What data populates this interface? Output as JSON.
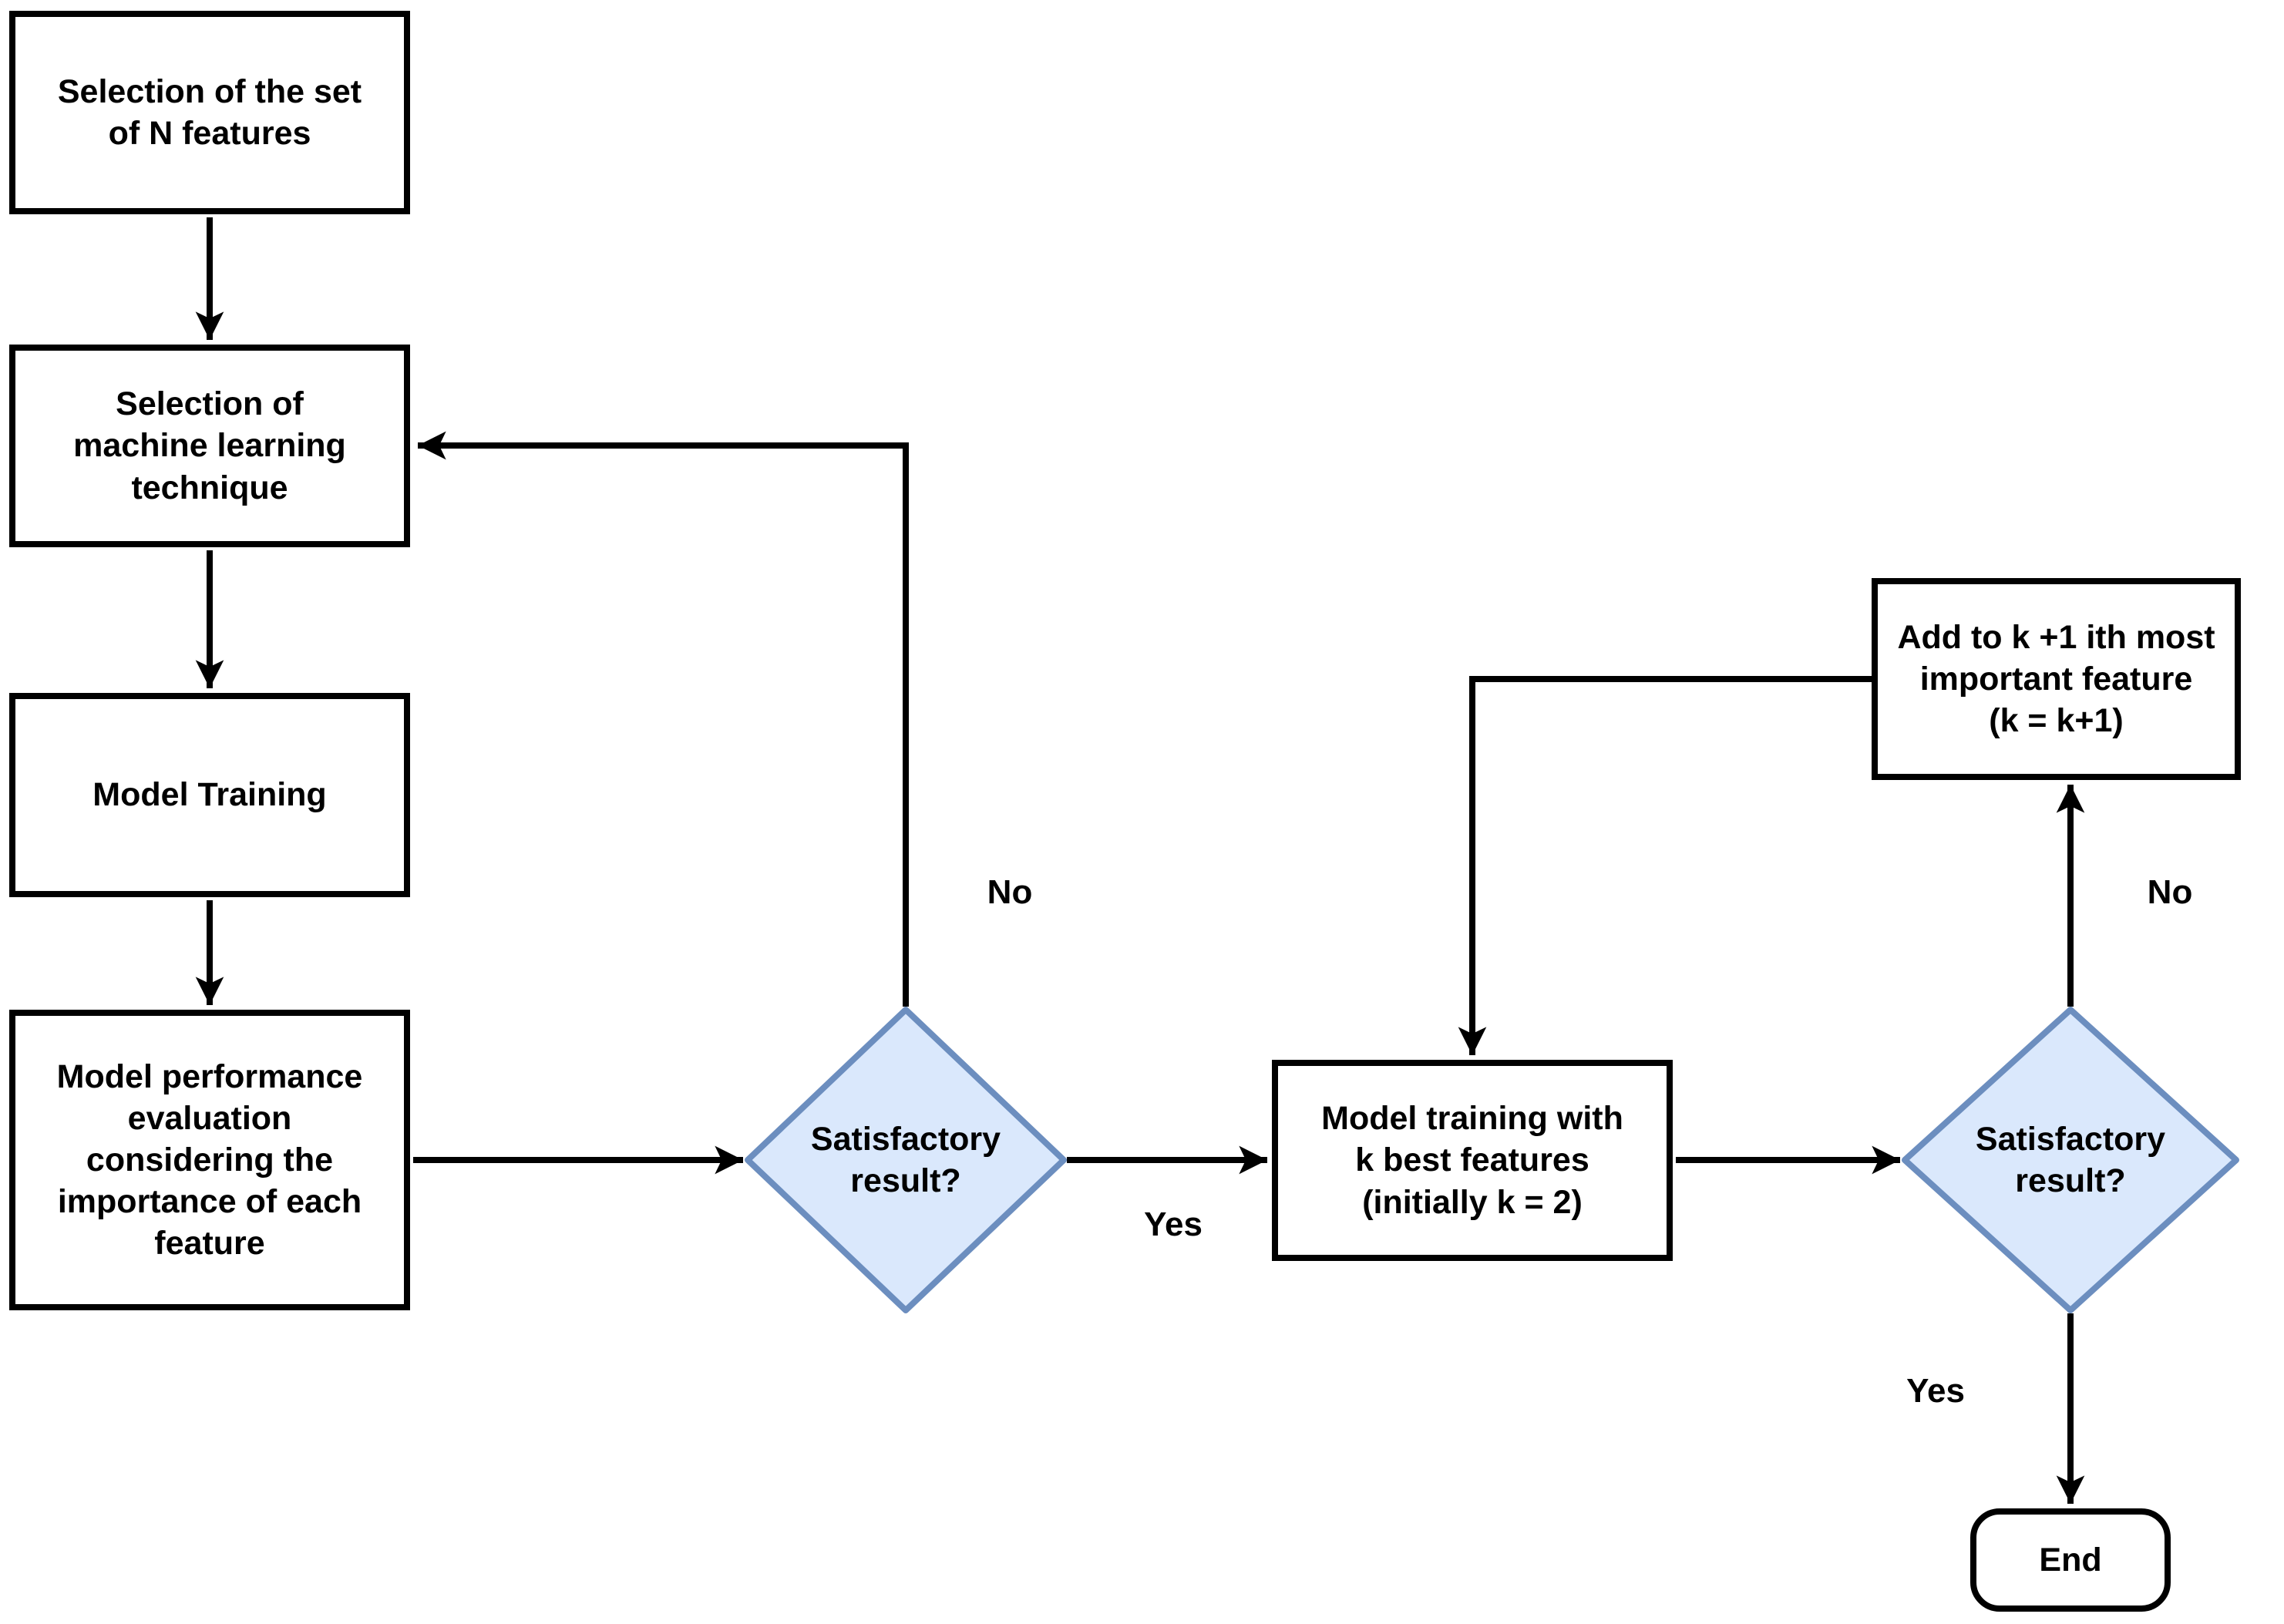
{
  "diagram": {
    "type": "flowchart",
    "background": "#ffffff",
    "colors": {
      "process_fill": "#ffffff",
      "process_stroke": "#000000",
      "decision_fill": "#dae8fc",
      "decision_stroke": "#6c8ebf",
      "line": "#000000",
      "text": "#000000"
    },
    "nodes": {
      "select_n_features": {
        "type": "process",
        "label": "Selection of the set\nof N features"
      },
      "select_ml_technique": {
        "type": "process",
        "label": "Selection of\nmachine learning\ntechnique"
      },
      "model_training": {
        "type": "process",
        "label": "Model Training"
      },
      "model_perf_eval": {
        "type": "process",
        "label": "Model performance\nevaluation\nconsidering the\nimportance of each\nfeature"
      },
      "satisfactory_1": {
        "type": "decision",
        "label": "Satisfactory\nresult?"
      },
      "model_training_k_best": {
        "type": "process",
        "label": "Model training with\nk best features\n(initially k = 2)"
      },
      "satisfactory_2": {
        "type": "decision",
        "label": "Satisfactory\nresult?"
      },
      "add_k_plus_1": {
        "type": "process",
        "label": "Add to k +1 ith most\nimportant feature\n(k = k+1)"
      },
      "end": {
        "type": "terminator",
        "label": "End"
      }
    },
    "edges": [
      {
        "from": "select_n_features",
        "to": "select_ml_technique",
        "label": ""
      },
      {
        "from": "select_ml_technique",
        "to": "model_training",
        "label": ""
      },
      {
        "from": "model_training",
        "to": "model_perf_eval",
        "label": ""
      },
      {
        "from": "model_perf_eval",
        "to": "satisfactory_1",
        "label": ""
      },
      {
        "from": "satisfactory_1",
        "to": "select_ml_technique",
        "label": "No"
      },
      {
        "from": "satisfactory_1",
        "to": "model_training_k_best",
        "label": "Yes"
      },
      {
        "from": "model_training_k_best",
        "to": "satisfactory_2",
        "label": ""
      },
      {
        "from": "satisfactory_2",
        "to": "add_k_plus_1",
        "label": "No"
      },
      {
        "from": "add_k_plus_1",
        "to": "model_training_k_best",
        "label": ""
      },
      {
        "from": "satisfactory_2",
        "to": "end",
        "label": "Yes"
      }
    ]
  }
}
